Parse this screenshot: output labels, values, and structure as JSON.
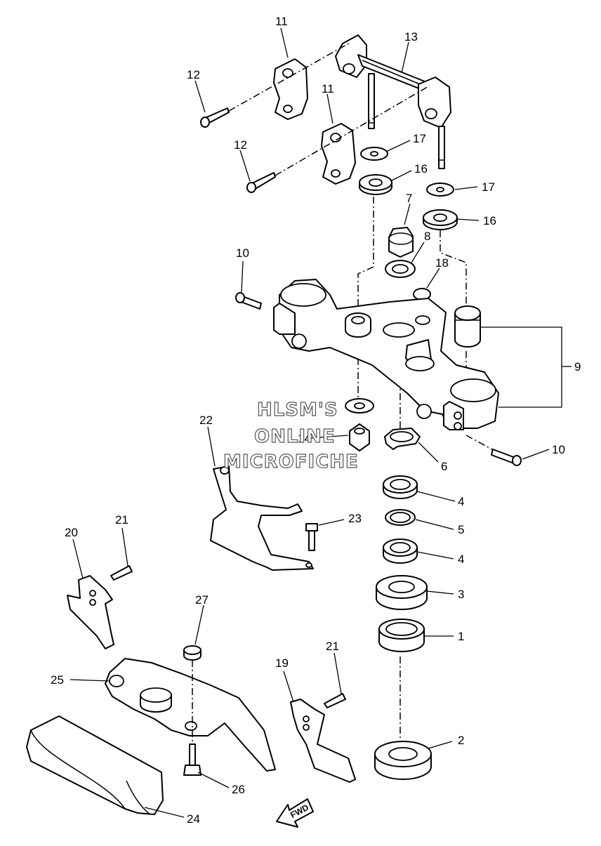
{
  "callouts": [
    {
      "id": "c1",
      "text": "1"
    },
    {
      "id": "c2",
      "text": "2"
    },
    {
      "id": "c3",
      "text": "3"
    },
    {
      "id": "c4a",
      "text": "4"
    },
    {
      "id": "c4b",
      "text": "4"
    },
    {
      "id": "c5",
      "text": "5"
    },
    {
      "id": "c6",
      "text": "6"
    },
    {
      "id": "c7",
      "text": "7"
    },
    {
      "id": "c8",
      "text": "8"
    },
    {
      "id": "c9",
      "text": "9"
    },
    {
      "id": "c10a",
      "text": "10"
    },
    {
      "id": "c10b",
      "text": "10"
    },
    {
      "id": "c11a",
      "text": "11"
    },
    {
      "id": "c11b",
      "text": "11"
    },
    {
      "id": "c12a",
      "text": "12"
    },
    {
      "id": "c12b",
      "text": "12"
    },
    {
      "id": "c13",
      "text": "13"
    },
    {
      "id": "c14",
      "text": "14"
    },
    {
      "id": "c16a",
      "text": "16"
    },
    {
      "id": "c16b",
      "text": "16"
    },
    {
      "id": "c17a",
      "text": "17"
    },
    {
      "id": "c17b",
      "text": "17"
    },
    {
      "id": "c18",
      "text": "18"
    },
    {
      "id": "c19",
      "text": "19"
    },
    {
      "id": "c20",
      "text": "20"
    },
    {
      "id": "c21a",
      "text": "21"
    },
    {
      "id": "c21b",
      "text": "21"
    },
    {
      "id": "c22",
      "text": "22"
    },
    {
      "id": "c23",
      "text": "23"
    },
    {
      "id": "c24",
      "text": "24"
    },
    {
      "id": "c25",
      "text": "25"
    },
    {
      "id": "c26",
      "text": "26"
    },
    {
      "id": "c27",
      "text": "27"
    }
  ],
  "watermark": {
    "line1": "HLSM'S",
    "line2": "ONLINE",
    "line3": "MICROFICHE"
  },
  "direction_arrow": {
    "label": "FWD"
  }
}
